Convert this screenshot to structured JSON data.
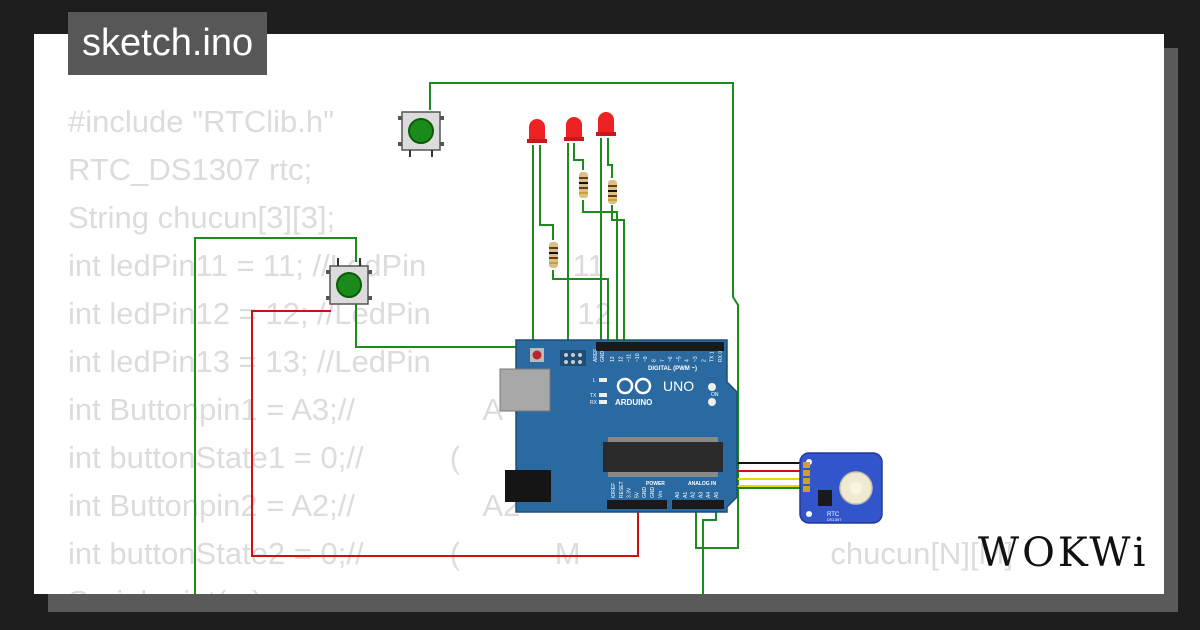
{
  "project": {
    "title": "sketch.ino"
  },
  "code_lines": [
    "#include \"RTClib.h\"",
    "RTC_DS1307 rtc;",
    "String chucun[3][3];",
    "int ledPin11 = 11; //LedPin                 11",
    "int ledPin12 = 12; //LedPin                 12",
    "int ledPin13 = 13; //LedPin",
    "int Buttonpin1 = A3;//               A",
    "int buttonState1 = 0;//          (",
    "int Buttonpin2 = A2;//               A2",
    "int buttonState2 = 0;//          (           M                             chucun[N][M]",
    "Serial.print(...);"
  ],
  "board": {
    "brand_text": "UNO",
    "sub_text": "ARDUINO",
    "digital_label": "DIGITAL (PWM ~)",
    "power_label": "POWER",
    "analog_label": "ANALOG IN",
    "on_label": "ON",
    "tx_label": "TX",
    "rx_label": "RX",
    "l_label": "L",
    "aref_label": "AREF",
    "gnd_label": "GND",
    "header_pins": [
      "13",
      "12",
      "~11",
      "~10",
      "~9",
      "8",
      "7",
      "~6",
      "~5",
      "4",
      "~3",
      "2",
      "TX 1",
      "RX 0"
    ],
    "power_pins": [
      "IOREF",
      "RESET",
      "3.3V",
      "5V",
      "GND",
      "GND",
      "Vin"
    ],
    "analog_pins": [
      "A0",
      "A1",
      "A2",
      "A3",
      "A4",
      "A5"
    ]
  },
  "rtc_module": {
    "label": "RTC",
    "chip": "DS1307"
  },
  "logo": {
    "text": "WOKWi"
  },
  "colors": {
    "board": "#2a6aa0",
    "rtc": "#3355cc",
    "wire_green": "#1d8a1d",
    "wire_red": "#d01010"
  }
}
